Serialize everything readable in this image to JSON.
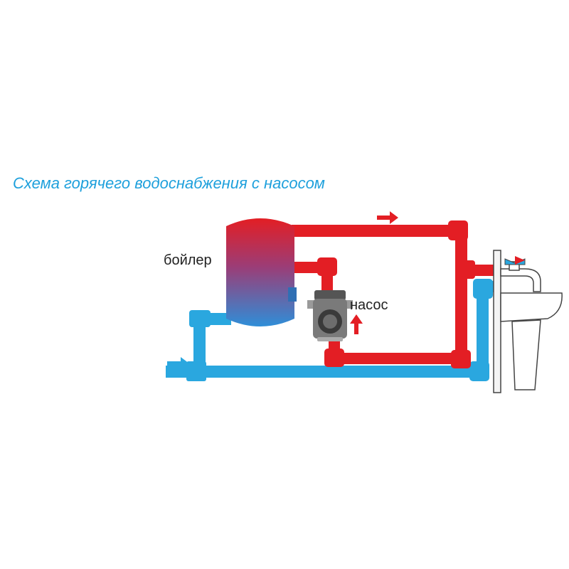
{
  "title": "Схема горячего водоснабжения с насосом",
  "labels": {
    "boiler": "бойлер",
    "pump": "насос"
  },
  "colors": {
    "hot": "#e31e24",
    "cold": "#2aa7df",
    "title": "#1ea0dc",
    "pump_body": "#7a7a7a",
    "sink": "#ffffff"
  },
  "icons": {
    "flow_arrow_hot": "arrow-right-icon",
    "flow_arrow_cold": "arrow-right-icon",
    "pump_direction": "arrow-up-icon",
    "faucet": "faucet-icon"
  }
}
